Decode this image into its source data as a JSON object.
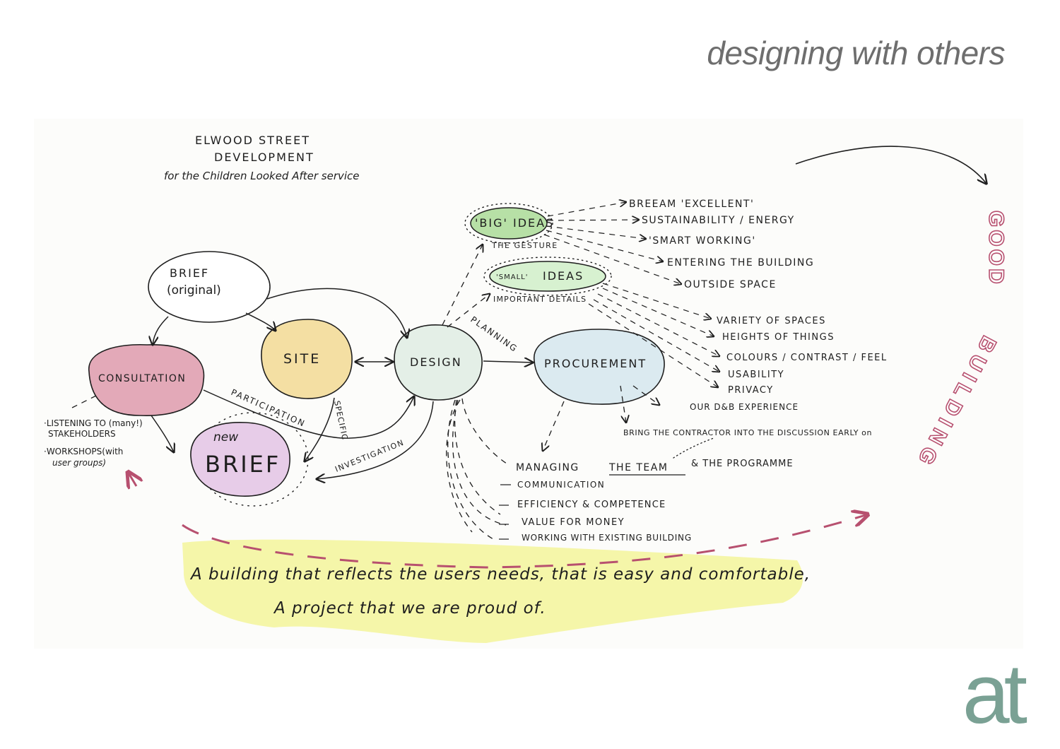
{
  "slide": {
    "title": "designing with others"
  },
  "project": {
    "line1": "ELWOOD STREET",
    "line2": "DEVELOPMENT",
    "line3": "for the Children Looked After service"
  },
  "nodes": {
    "brief_original_1": "BRIEF",
    "brief_original_2": "(original)",
    "consultation": "CONSULTATION",
    "site": "SITE",
    "design": "DESIGN",
    "procurement": "PROCUREMENT",
    "new_brief_small": "new",
    "new_brief": "BRIEF",
    "big_ideas": "'BIG' IDEAS",
    "big_ideas_sub": "THE GESTURE",
    "small_ideas_a": "'SMALL'",
    "small_ideas_b": "IDEAS",
    "small_ideas_sub": "IMPORTANT DETAILS"
  },
  "edge_labels": {
    "participation": "PARTICIPATION",
    "specific": "SPECIFIC",
    "investigation": "INVESTIGATION",
    "planning": "PLANNING"
  },
  "consultation_notes": [
    "·LISTENING TO (many!)",
    "STAKEHOLDERS",
    "·WORKSHOPS(with",
    "user groups)"
  ],
  "big_idea_items": [
    "BREEAM 'EXCELLENT'",
    "SUSTAINABILITY / ENERGY",
    "'SMART WORKING'",
    "ENTERING THE BUILDING",
    "OUTSIDE SPACE"
  ],
  "small_idea_items": [
    "VARIETY OF SPACES",
    "HEIGHTS OF THINGS",
    "COLOURS / CONTRAST / FEEL",
    "USABILITY",
    "PRIVACY"
  ],
  "procurement_items": {
    "experience": "OUR D&B EXPERIENCE",
    "contractor": "BRING THE CONTRACTOR INTO THE DISCUSSION EARLY on"
  },
  "team_items": {
    "heading_a": "MANAGING",
    "heading_b": "THE TEAM",
    "heading_c": "& THE PROGRAMME",
    "list": [
      "COMMUNICATION",
      "EFFICIENCY & COMPETENCE",
      "VALUE FOR MONEY",
      "WORKING WITH EXISTING BUILDING"
    ]
  },
  "outcome": {
    "line1": "A building that reflects the users needs, that is easy and comfortable,",
    "line2": "A project that we are proud of."
  },
  "good_building": {
    "word1": "GOOD",
    "word2": "BUILDING"
  },
  "logo": {
    "text": "at"
  },
  "colors": {
    "consultation": "#e3a9b8",
    "site": "#f4dfa3",
    "design": "#e4efe7",
    "procurement": "#dbeaf0",
    "new_brief": "#e7cce8",
    "big_ideas": "#b7e0a6",
    "small_ideas": "#d7f1d0",
    "highlight": "#f3f59a",
    "pink_path": "#b7506f",
    "logo": "#7aa194"
  }
}
